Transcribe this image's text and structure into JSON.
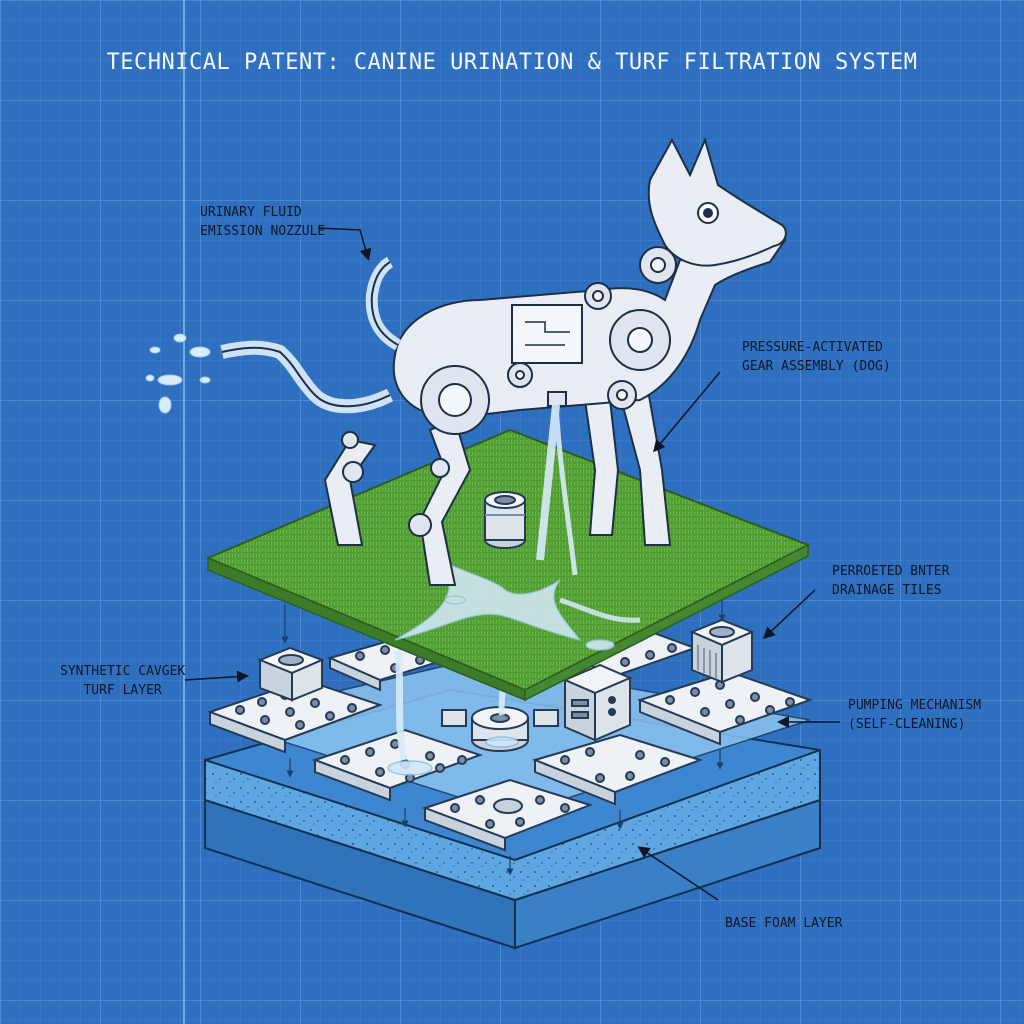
{
  "title": "TECHNICAL PATENT: CANINE URINATION & TURF FILTRATION SYSTEM",
  "labels": {
    "nozzle": [
      "URINARY FLUID",
      "EMISSION NOZZULE"
    ],
    "gear": [
      "PRESSURE-ACTIVATED",
      "GEAR ASSEMBLY (DOG)"
    ],
    "tiles": [
      "PERROETED BNTER",
      "DRAINAGE TILES"
    ],
    "turf": [
      "SYNTHETIC CAVGEK",
      "TURF LAYER"
    ],
    "pump": [
      "PUMPING MECHANISM",
      "(SELF-CLEANING)"
    ],
    "foam": [
      "BASE FOAM LAYER"
    ]
  },
  "colors": {
    "background": "#2f6fbf",
    "grid": "#4b89d2",
    "turf": "#4f9a35",
    "foam": "#5ea7e3",
    "robot": "#e9eef5",
    "water": "#cfe7fb",
    "tile": "#eef2f6"
  }
}
